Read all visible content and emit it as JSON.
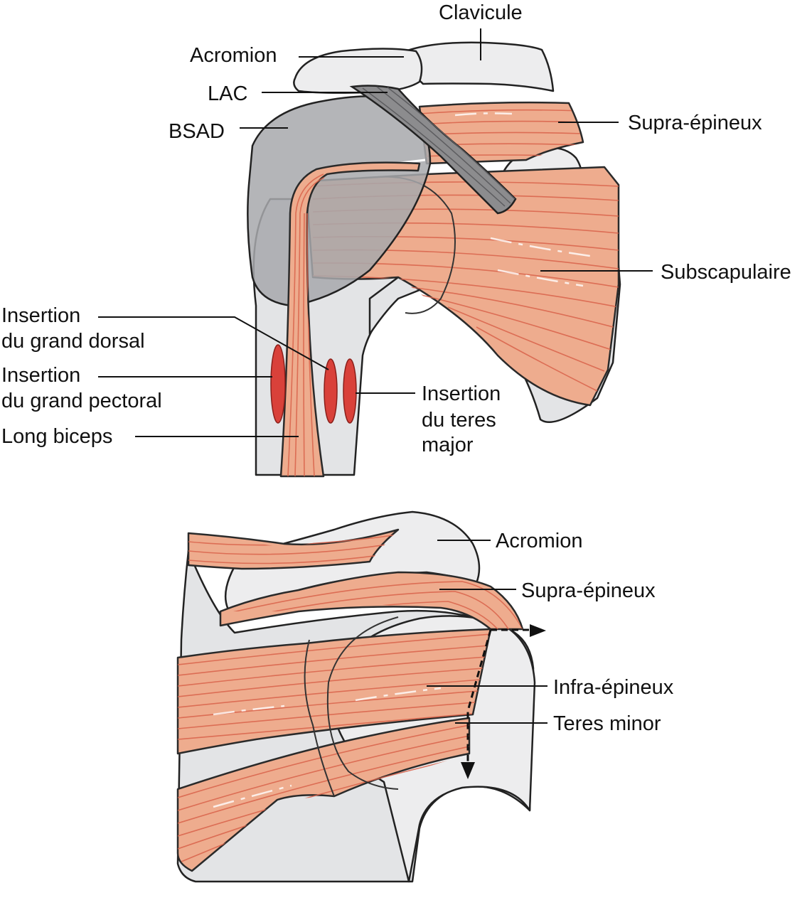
{
  "colors": {
    "muscle": "#eeac8e",
    "muscle_fiber": "#d8614a",
    "bone": "#e3e4e6",
    "bursa": "#a7a8ab",
    "ligament": "#8c8c8e",
    "insertion": "#d9413a"
  },
  "top_figure": {
    "labels": {
      "clavicule": "Clavicule",
      "acromion": "Acromion",
      "lac": "LAC",
      "bsad": "BSAD",
      "supra_epineux": "Supra-épineux",
      "subscapulaire": "Subscapulaire",
      "grand_dorsal_1": "Insertion",
      "grand_dorsal_2": "du grand dorsal",
      "grand_pectoral_1": "Insertion",
      "grand_pectoral_2": "du grand pectoral",
      "long_biceps": "Long biceps",
      "teres_major_1": "Insertion",
      "teres_major_2": "du teres",
      "teres_major_3": "major"
    }
  },
  "bottom_figure": {
    "labels": {
      "acromion": "Acromion",
      "supra_epineux": "Supra-épineux",
      "infra_epineux": "Infra-épineux",
      "teres_minor": "Teres minor"
    }
  }
}
